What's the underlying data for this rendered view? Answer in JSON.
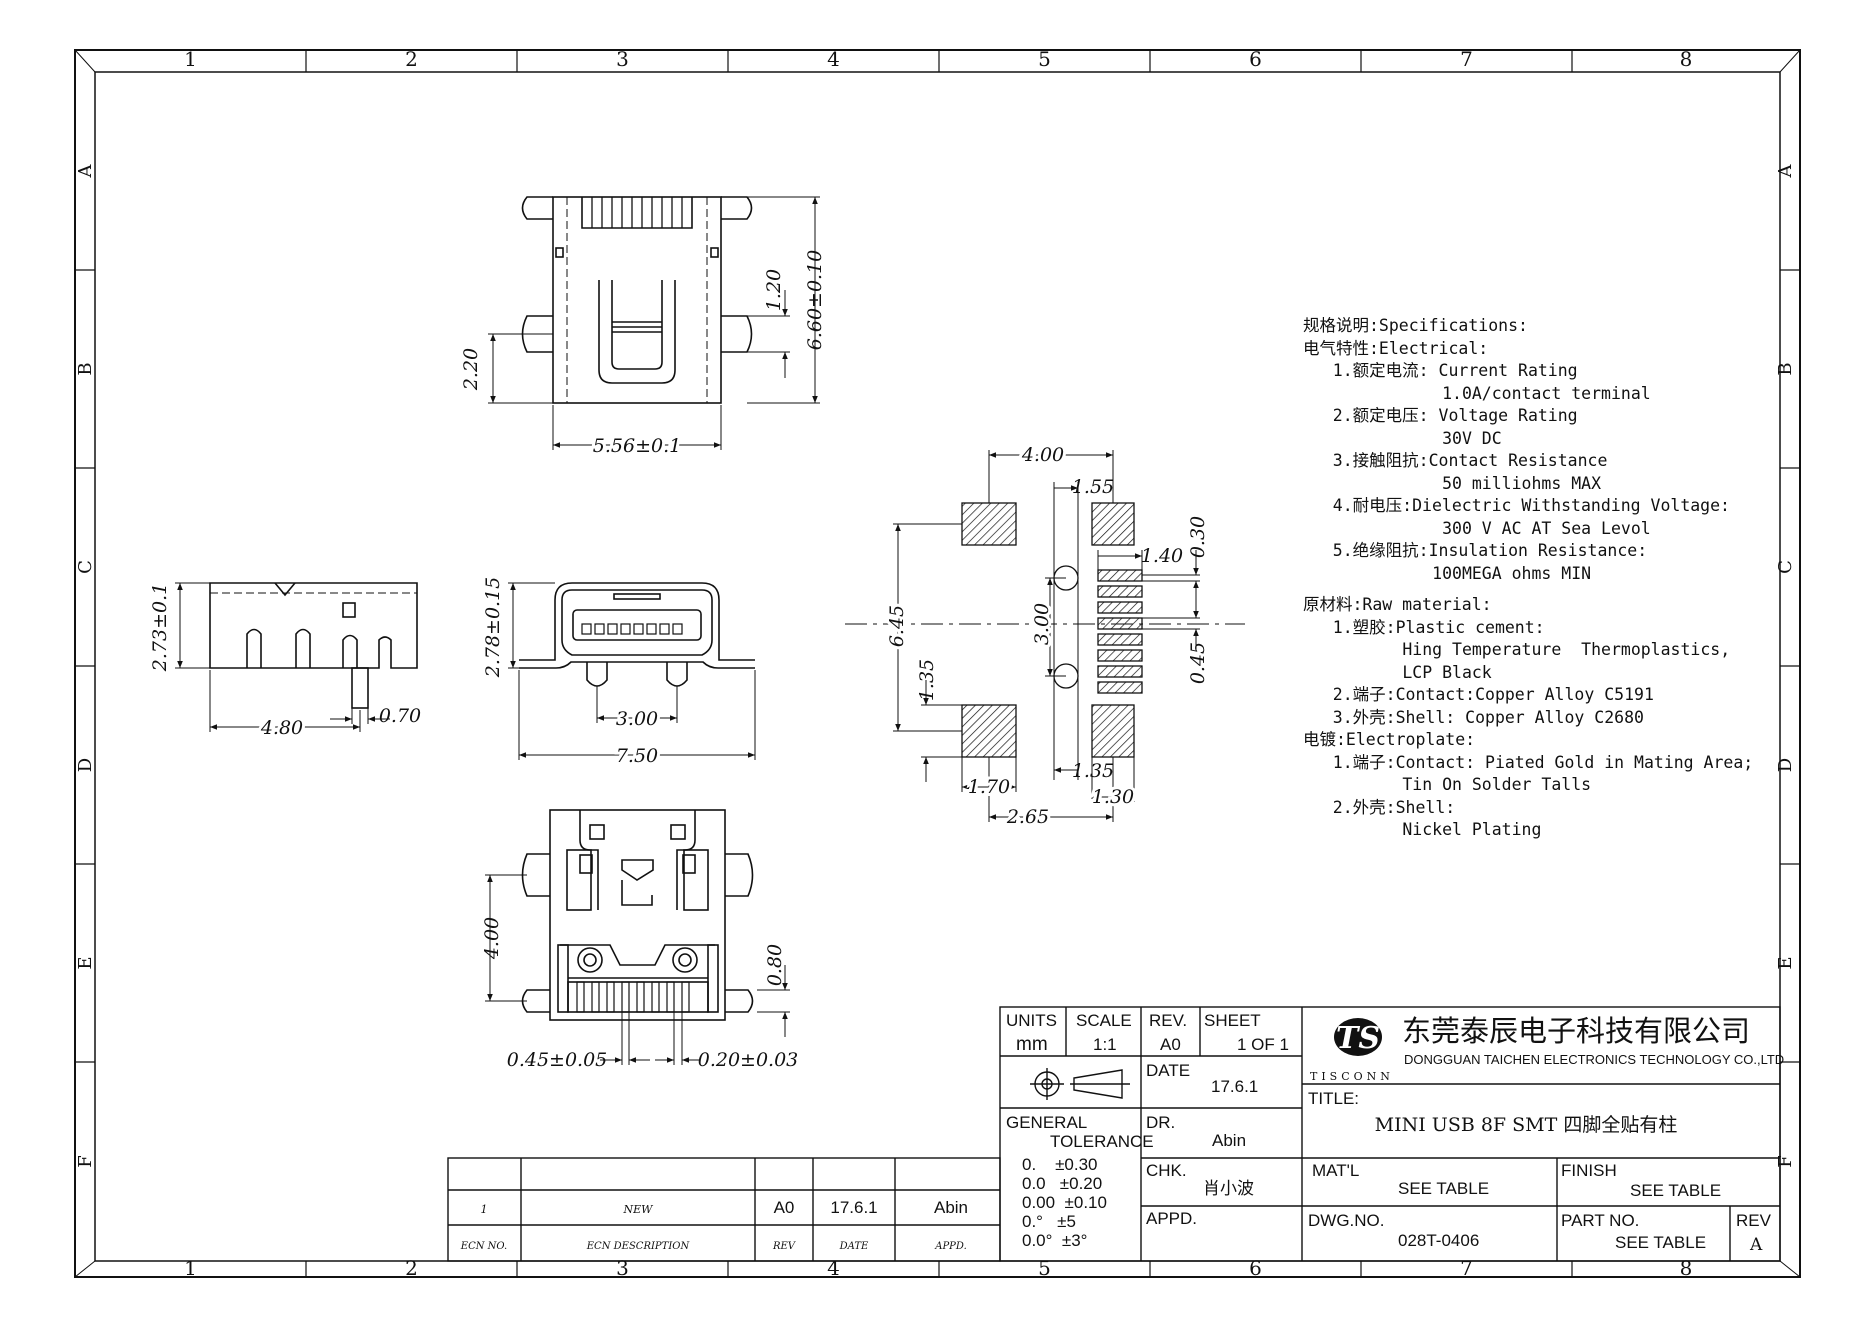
{
  "frame": {
    "columns": [
      "1",
      "2",
      "3",
      "4",
      "5",
      "6",
      "7",
      "8"
    ],
    "rows": [
      "A",
      "B",
      "C",
      "D",
      "E",
      "F"
    ]
  },
  "dimensions": {
    "top_view": {
      "d220": "2.20",
      "d120": "1.20",
      "d660": "6.60±0.10",
      "d556": "5.56±0.1"
    },
    "side_view": {
      "d273": "2.73±0.1",
      "d480": "4.80",
      "d070": "0.70"
    },
    "front_view": {
      "d278": "2.78±0.15",
      "d300": "3.00",
      "d750": "7.50"
    },
    "bottom_view": {
      "d400": "4.00",
      "d080": "0.80",
      "d045": "0.45±0.05",
      "d020": "0.20±0.03"
    },
    "footprint": {
      "d400": "4.00",
      "d155": "1.55",
      "d140": "1.40",
      "d030": "0.30",
      "d645": "6.45",
      "d300": "3.00",
      "d045": "0.45",
      "d135a": "1.35",
      "d170": "1.70",
      "d135b": "1.35",
      "d130": "1.30",
      "d265": "2.65"
    }
  },
  "specs": [
    "规格说明:Specifications:",
    "电气特性:Electrical:",
    "   1.额定电流: Current Rating",
    "              1.0A/contact terminal",
    "   2.额定电压: Voltage Rating",
    "              30V DC",
    "   3.接触阻抗:Contact Resistance",
    "              50 milliohms MAX",
    "   4.耐电压:Dielectric Withstanding Voltage:",
    "              300 V AC AT Sea Levol",
    "   5.绝缘阻抗:Insulation Resistance:",
    "             100MEGA ohms MIN",
    "",
    "原材料:Raw material:",
    "   1.塑胶:Plastic cement:",
    "          Hing Temperature  Thermoplastics,",
    "          LCP Black",
    "   2.端子:Contact:Copper Alloy C5191",
    "   3.外壳:Shell: Copper Alloy C2680",
    "电镀:Electroplate:",
    "   1.端子:Contact: Piated Gold in Mating Area;",
    "          Tin On Solder Talls",
    "   2.外壳:Shell:",
    "          Nickel Plating"
  ],
  "title_block": {
    "units_label": "UNITS",
    "units_value": "mm",
    "scale_label": "SCALE",
    "scale_value": "1:1",
    "rev_label": "REV.",
    "rev_value": "A0",
    "sheet_label": "SHEET",
    "sheet_value": "1 OF 1",
    "date_label": "DATE",
    "date_value": "17.6.1",
    "general_tolerance_1": "GENERAL",
    "general_tolerance_2": "TOLERANCE",
    "tolerances": [
      "0.    ±0.30",
      "0.0   ±0.20",
      "0.00  ±0.10",
      "0.°   ±5",
      "0.0°  ±3°"
    ],
    "dr_label": "DR.",
    "dr_value": "Abin",
    "chk_label": "CHK.",
    "chk_value": "肖小波",
    "appd_label": "APPD.",
    "company_cn": "东莞泰辰电子科技有限公司",
    "company_en": "DONGGUAN TAICHEN ELECTRONICS TECHNOLOGY CO.,LTD",
    "logo_text": "TISCONN",
    "title_label": "TITLE:",
    "title_value": "MINI USB 8F SMT 四脚全贴有柱",
    "matl_label": "MAT'L",
    "matl_value": "SEE TABLE",
    "finish_label": "FINISH",
    "finish_value": "SEE TABLE",
    "dwgno_label": "DWG.NO.",
    "dwgno_value": "028T-0406",
    "partno_label": "PART NO.",
    "partno_value": "SEE TABLE",
    "rev2_label": "REV",
    "rev2_value": "A"
  },
  "revision_table": {
    "row": {
      "ecn": "1",
      "desc": "NEW",
      "rev": "A0",
      "date": "17.6.1",
      "appd": "Abin"
    },
    "headers": {
      "ecn": "ECN NO.",
      "desc": "ECN DESCRIPTION",
      "rev": "REV",
      "date": "DATE",
      "appd": "APPD."
    }
  }
}
